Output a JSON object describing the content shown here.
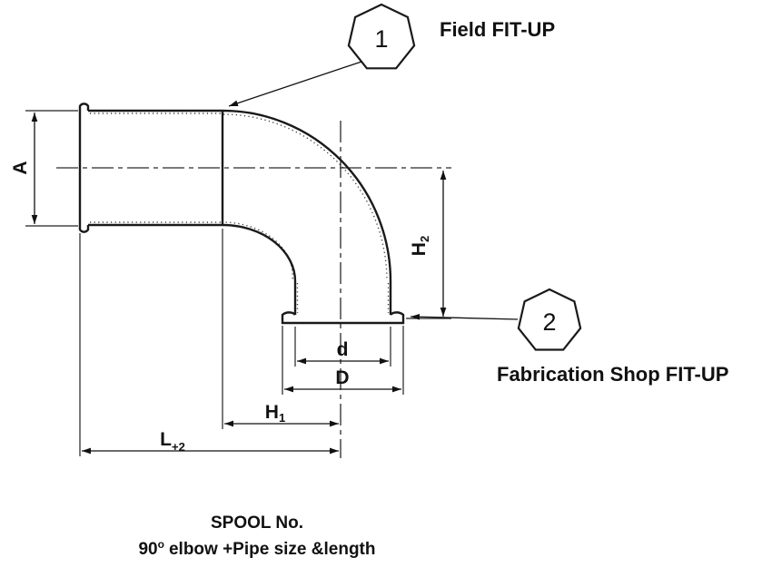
{
  "drawing": {
    "balloon_1": {
      "number": "1",
      "label": "Field FIT-UP"
    },
    "balloon_2": {
      "number": "2",
      "label": "Fabrication Shop FIT-UP"
    },
    "dims": {
      "a": "A",
      "h1_base": "H",
      "h1_sub": "1",
      "h2_base": "H",
      "h2_sub": "2",
      "d_inner": "d",
      "d_outer": "D",
      "l_base": "L",
      "l_sub": "+2"
    },
    "caption": {
      "line1": "SPOOL No.",
      "line2_deg": "90",
      "line2_sup": "o",
      "line2_rest": "elbow +Pipe size &length"
    },
    "colors": {
      "ink": "#1a1a1a",
      "background": "#ffffff"
    }
  }
}
